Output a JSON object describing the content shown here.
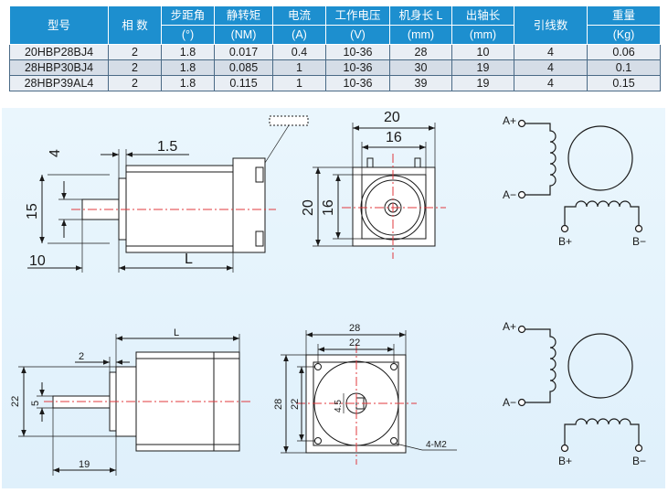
{
  "table": {
    "headers": [
      {
        "l1": "型号",
        "l2": ""
      },
      {
        "l1": "相 数",
        "l2": ""
      },
      {
        "l1": "步距角",
        "l2": "(°)"
      },
      {
        "l1": "静转矩",
        "l2": "(NM)"
      },
      {
        "l1": "电流",
        "l2": "(A)"
      },
      {
        "l1": "工作电压",
        "l2": "(V)"
      },
      {
        "l1": "机身长 L",
        "l2": "(mm)"
      },
      {
        "l1": "出轴长",
        "l2": "(mm)"
      },
      {
        "l1": "引线数",
        "l2": ""
      },
      {
        "l1": "重量",
        "l2": "(Kg)"
      }
    ],
    "rows": [
      [
        "20HBP28BJ4",
        "2",
        "1.8",
        "0.017",
        "0.4",
        "10-36",
        "28",
        "10",
        "4",
        "0.06"
      ],
      [
        "28HBP30BJ4",
        "2",
        "1.8",
        "0.085",
        "1",
        "10-36",
        "30",
        "19",
        "4",
        "0.1"
      ],
      [
        "28HBP39AL4",
        "2",
        "1.8",
        "0.115",
        "1",
        "10-36",
        "39",
        "19",
        "4",
        "0.15"
      ]
    ]
  },
  "top": {
    "side": {
      "dim_4": "4",
      "dim_1_5": "1.5",
      "dim_15": "15",
      "dim_10": "10",
      "dim_L": "L"
    },
    "front": {
      "dim_20w": "20",
      "dim_16w": "16",
      "dim_20h": "20",
      "dim_16h": "16"
    },
    "wiring": {
      "a_plus": "A+",
      "a_minus": "A−",
      "b_plus": "B+",
      "b_minus": "B−"
    }
  },
  "bottom": {
    "side": {
      "dim_L": "L",
      "dim_2": "2",
      "dim_22": "22",
      "dim_5": "5",
      "dim_19": "19"
    },
    "front": {
      "dim_28w": "28",
      "dim_22w": "22",
      "dim_28h": "28",
      "dim_22h": "22",
      "dim_4_5": "4.5",
      "holes": "4-M2"
    },
    "wiring": {
      "a_plus": "A+",
      "a_minus": "A−",
      "b_plus": "B+",
      "b_minus": "B−"
    }
  }
}
